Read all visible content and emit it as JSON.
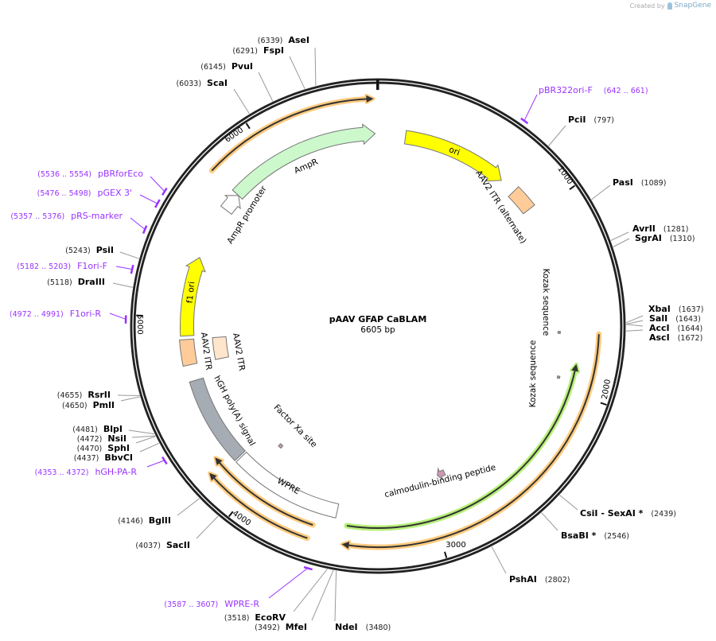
{
  "logo": {
    "created_by": "Created by",
    "brand": "SnapGene"
  },
  "map": {
    "name": "pAAV GFAP CaBLAM",
    "length_label": "6605 bp",
    "length_bp": 6605,
    "ticks": [
      "1000",
      "2000",
      "3000",
      "4000",
      "5000",
      "6000"
    ]
  },
  "enzymes": [
    {
      "name": "AseI",
      "pos": 6339,
      "pos_label": "(6339)"
    },
    {
      "name": "FspI",
      "pos": 6291,
      "pos_label": "(6291)"
    },
    {
      "name": "PvuI",
      "pos": 6145,
      "pos_label": "(6145)"
    },
    {
      "name": "ScaI",
      "pos": 6033,
      "pos_label": "(6033)"
    },
    {
      "name": "PsiI",
      "pos": 5243,
      "pos_label": "(5243)"
    },
    {
      "name": "DraIII",
      "pos": 5118,
      "pos_label": "(5118)"
    },
    {
      "name": "RsrII",
      "pos": 4655,
      "pos_label": "(4655)"
    },
    {
      "name": "PmlI",
      "pos": 4650,
      "pos_label": "(4650)"
    },
    {
      "name": "BlpI",
      "pos": 4481,
      "pos_label": "(4481)"
    },
    {
      "name": "NsiI",
      "pos": 4472,
      "pos_label": "(4472)"
    },
    {
      "name": "SphI",
      "pos": 4470,
      "pos_label": "(4470)"
    },
    {
      "name": "BbvCI",
      "pos": 4437,
      "pos_label": "(4437)"
    },
    {
      "name": "BglII",
      "pos": 4146,
      "pos_label": "(4146)"
    },
    {
      "name": "SacII",
      "pos": 4037,
      "pos_label": "(4037)"
    },
    {
      "name": "EcoRV",
      "pos": 3518,
      "pos_label": "(3518)"
    },
    {
      "name": "MfeI",
      "pos": 3492,
      "pos_label": "(3492)"
    },
    {
      "name": "NdeI",
      "pos": 3480,
      "pos_label": "(3480)"
    },
    {
      "name": "PciI",
      "pos": 797,
      "pos_label": "(797)"
    },
    {
      "name": "PasI",
      "pos": 1089,
      "pos_label": "(1089)"
    },
    {
      "name": "AvrII",
      "pos": 1281,
      "pos_label": "(1281)"
    },
    {
      "name": "SgrAI",
      "pos": 1310,
      "pos_label": "(1310)"
    },
    {
      "name": "XbaI",
      "pos": 1637,
      "pos_label": "(1637)"
    },
    {
      "name": "SalI",
      "pos": 1643,
      "pos_label": "(1643)"
    },
    {
      "name": "AccI",
      "pos": 1644,
      "pos_label": "(1644)"
    },
    {
      "name": "AscI",
      "pos": 1672,
      "pos_label": "(1672)"
    },
    {
      "name": "CsiI  - SexAI *",
      "pos": 2439,
      "pos_label": "(2439)"
    },
    {
      "name": "BsaBI *",
      "pos": 2546,
      "pos_label": "(2546)"
    },
    {
      "name": "PshAI",
      "pos": 2802,
      "pos_label": "(2802)"
    }
  ],
  "primers": [
    {
      "name": "pBR322ori-F",
      "start": 642,
      "end": 661,
      "range_label": "(642 .. 661)"
    },
    {
      "name": "pBRforEco",
      "start": 5536,
      "end": 5554,
      "range_label": "(5536 .. 5554)"
    },
    {
      "name": "pGEX 3'",
      "start": 5476,
      "end": 5498,
      "range_label": "(5476 .. 5498)"
    },
    {
      "name": "pRS-marker",
      "start": 5357,
      "end": 5376,
      "range_label": "(5357 .. 5376)"
    },
    {
      "name": "F1ori-F",
      "start": 5182,
      "end": 5203,
      "range_label": "(5182 .. 5203)"
    },
    {
      "name": "F1ori-R",
      "start": 4972,
      "end": 4991,
      "range_label": "(4972 .. 4991)"
    },
    {
      "name": "hGH-PA-R",
      "start": 4353,
      "end": 4372,
      "range_label": "(4353 .. 4372)"
    },
    {
      "name": "WPRE-R",
      "start": 3587,
      "end": 3607,
      "range_label": "(3587 .. 3607)"
    }
  ],
  "features": [
    {
      "name": "ori",
      "start": 152,
      "end": 739,
      "direction": "forward",
      "color": "#ffff00"
    },
    {
      "name": "AAV2 ITR (alternate)",
      "start": 830,
      "end": 960,
      "direction": "none",
      "color": "#ffcc99"
    },
    {
      "name": "Kozak sequence",
      "start": 1682,
      "end": 1694,
      "direction": "none",
      "color": "#999999"
    },
    {
      "name": "Kozak sequence",
      "start": 1935,
      "end": 1947,
      "direction": "none",
      "color": "#999999"
    },
    {
      "name": "calmodulin-binding peptide",
      "start": 2855,
      "end": 2905,
      "direction": "forward",
      "color": "#cc99b2"
    },
    {
      "name": "Factor Xa site",
      "start": 4008,
      "end": 4030,
      "direction": "none",
      "color": "#cc99b2"
    },
    {
      "name": "WPRE",
      "start": 3530,
      "end": 4150,
      "direction": "none",
      "color": "#ffffff"
    },
    {
      "name": "hGH poly(A) signal",
      "start": 4160,
      "end": 4650,
      "direction": "none",
      "color": "#a6acb3"
    },
    {
      "name": "AAV2 ITR",
      "start": 4740,
      "end": 4880,
      "direction": "none",
      "color": "#ffcc99"
    },
    {
      "name": "AAV2 ITR",
      "start": 4740,
      "end": 4880,
      "direction": "none",
      "color": "#ffe5cc"
    },
    {
      "name": "f1 ori",
      "start": 4900,
      "end": 5340,
      "direction": "forward",
      "color": "#ffff00"
    },
    {
      "name": "AmpR promoter",
      "start": 5640,
      "end": 5745,
      "direction": "forward",
      "color": "#ffffff"
    },
    {
      "name": "AmpR",
      "start": 5745,
      "end": 6590,
      "direction": "forward",
      "color": "#ccf8cc"
    }
  ],
  "orfs": [
    {
      "start": 5745,
      "end": 6585,
      "direction": "forward",
      "color": "#ffcc80"
    },
    {
      "start": 1690,
      "end": 3475,
      "direction": "forward",
      "color": "#ffcc80"
    },
    {
      "start": 1850,
      "end": 3465,
      "direction": "reverse",
      "color": "#b8f07a"
    },
    {
      "start": 3635,
      "end": 4240,
      "direction": "forward",
      "color": "#ffcc80"
    },
    {
      "start": 3640,
      "end": 4200,
      "direction": "forward",
      "color": "#ffcc80"
    }
  ]
}
